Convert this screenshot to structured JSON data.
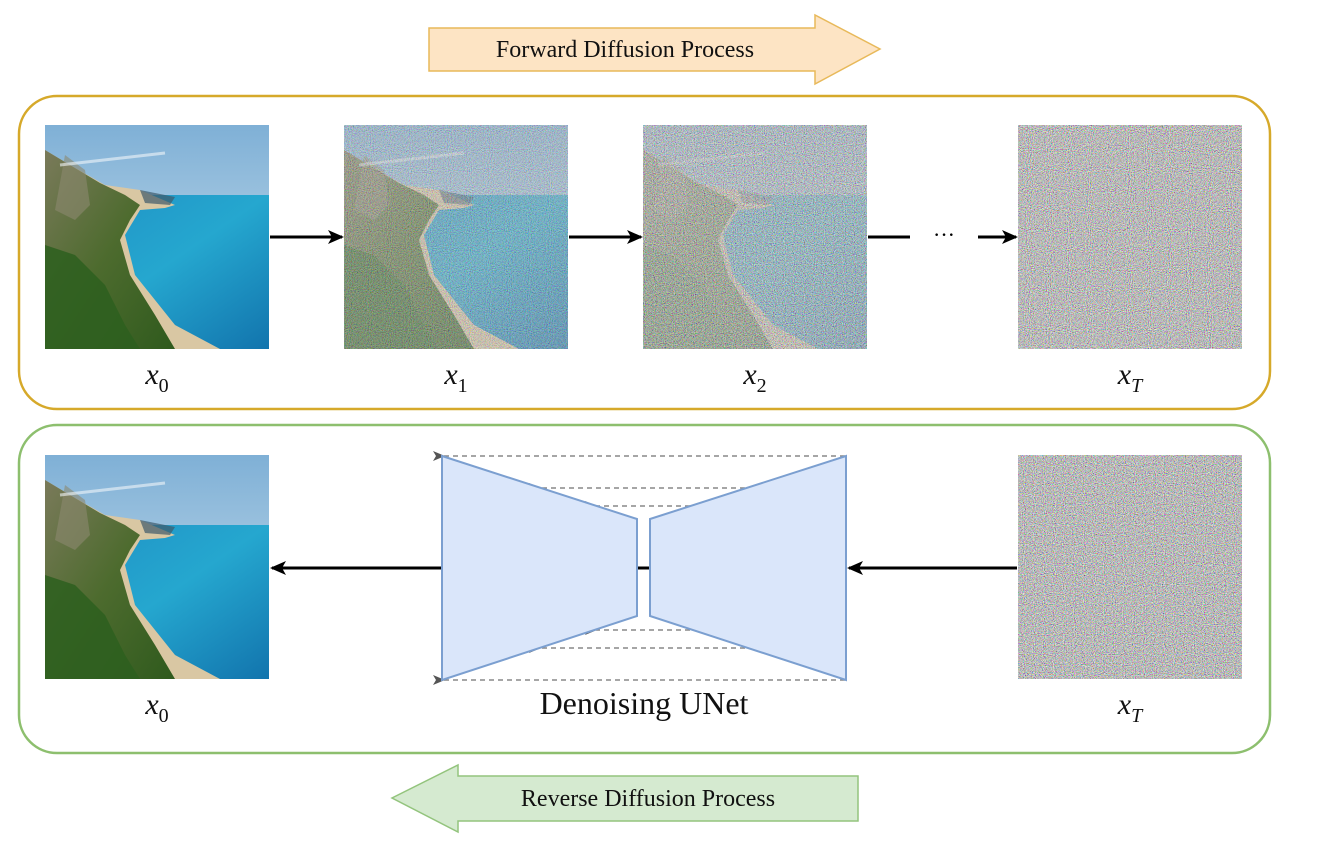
{
  "forward_banner": {
    "label": "Forward Diffusion Process",
    "fill": "#fde4c4",
    "stroke": "#e8b95a",
    "direction": "right"
  },
  "reverse_banner": {
    "label": "Reverse Diffusion Process",
    "fill": "#d5ead0",
    "stroke": "#93c47d",
    "direction": "left"
  },
  "forward_panel": {
    "border_color": "#d6a92a",
    "steps": [
      {
        "base": "x",
        "sub": "0",
        "noise_level": 0.0
      },
      {
        "base": "x",
        "sub": "1",
        "noise_level": 0.55
      },
      {
        "base": "x",
        "sub": "2",
        "noise_level": 0.8
      },
      {
        "base": "x",
        "sub": "T",
        "noise_level": 1.0
      }
    ],
    "ellipsis": "···"
  },
  "reverse_panel": {
    "border_color": "#8dbf6e",
    "input": {
      "base": "x",
      "sub": "T",
      "noise_level": 1.0
    },
    "output": {
      "base": "x",
      "sub": "0",
      "noise_level": 0.0
    },
    "unet": {
      "label": "Denoising UNet",
      "fill": "#dae6fa",
      "stroke": "#7b9fd0",
      "skip_connections": 6
    }
  }
}
